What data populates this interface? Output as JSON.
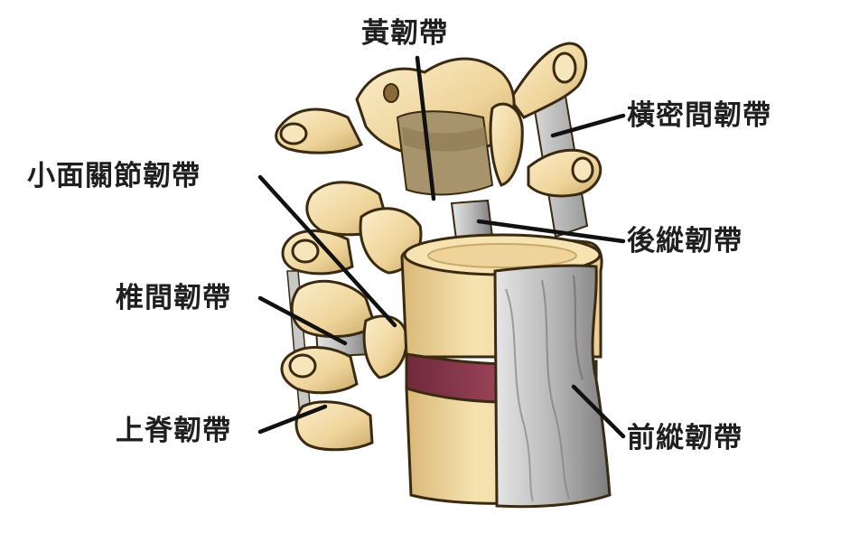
{
  "labels": {
    "ligamentum_flavum": "黃韌帶",
    "intertransverse": "橫密間韌帶",
    "facet_capsular": "小面關節韌帶",
    "posterior_longitudinal": "後縱韌帶",
    "interspinous": "椎間韌帶",
    "supraspinous": "上脊韌帶",
    "anterior_longitudinal": "前縱韌帶"
  },
  "colors": {
    "bone": "#f2dca6",
    "bone_shadow": "#c9a96a",
    "bone_outline": "#3a2a12",
    "ligament_gray": "#bdbdbd",
    "ligament_dark": "#8e8e8e",
    "disc": "#8e3a4f",
    "flavum": "#a8946c",
    "leader_line": "#111111"
  }
}
